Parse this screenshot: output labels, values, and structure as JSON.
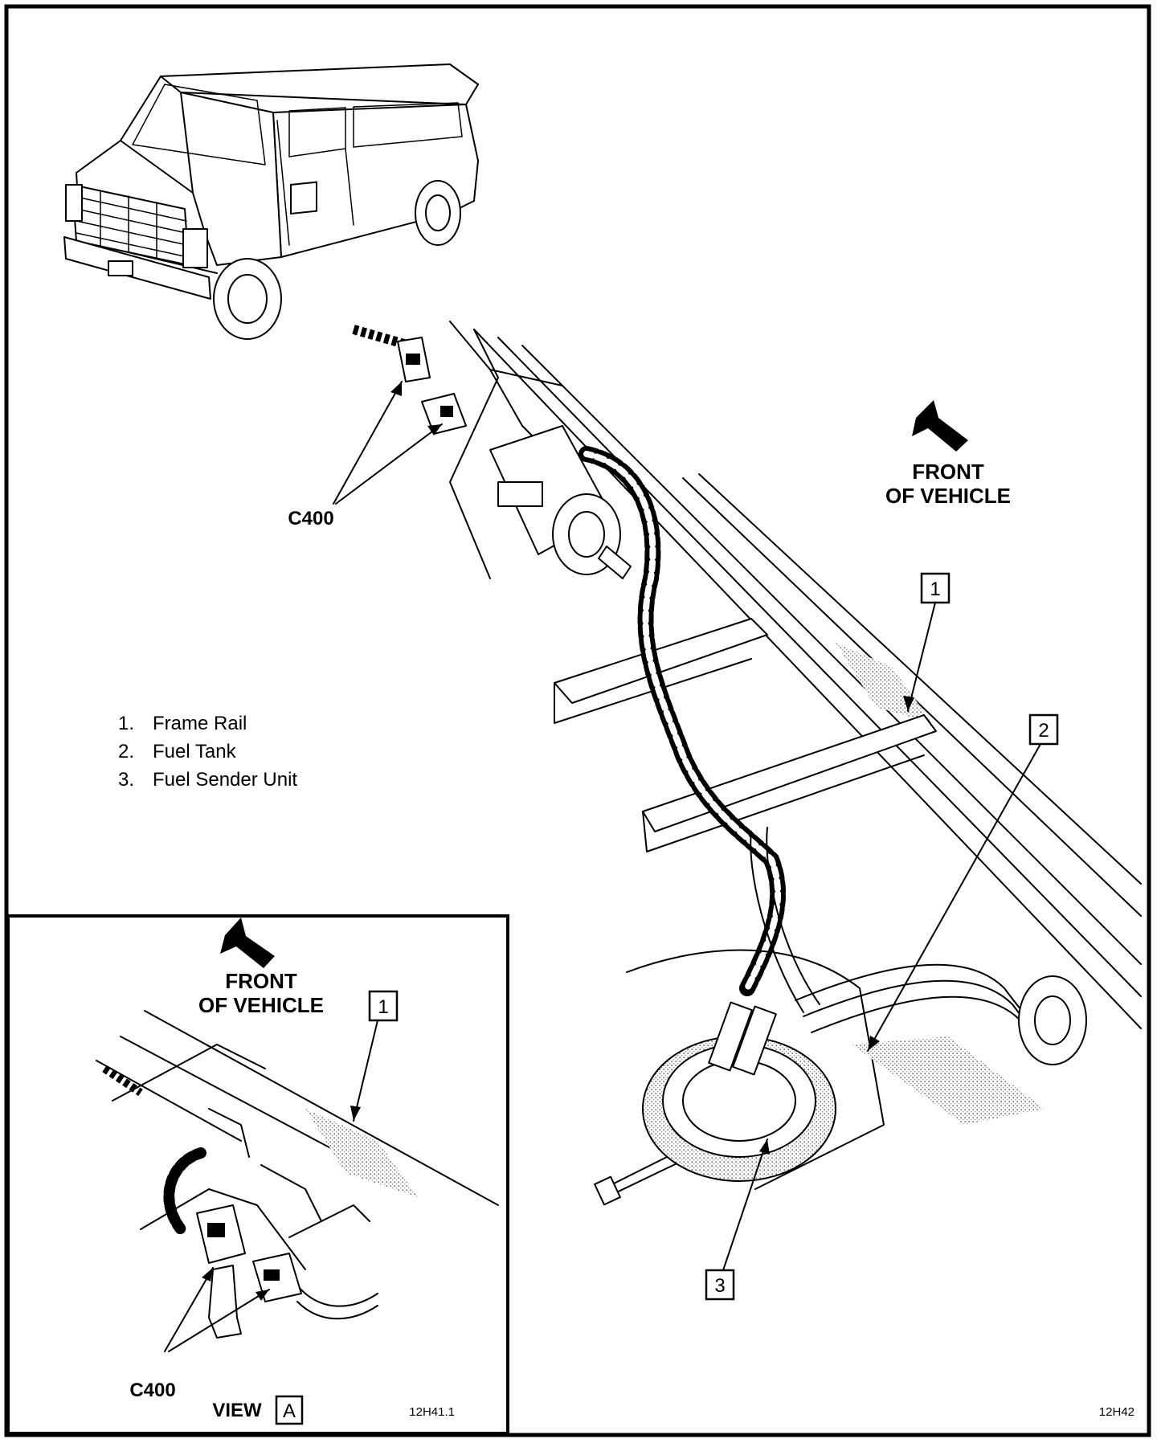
{
  "legend": {
    "items": [
      {
        "num": "1.",
        "label": "Frame Rail"
      },
      {
        "num": "2.",
        "label": "Fuel Tank"
      },
      {
        "num": "3.",
        "label": "Fuel Sender Unit"
      }
    ]
  },
  "main": {
    "front_line1": "FRONT",
    "front_line2": "OF VEHICLE",
    "connector_label": "C400",
    "callouts": [
      "1",
      "2",
      "3"
    ],
    "figure_code": "12H42"
  },
  "inset": {
    "front_line1": "FRONT",
    "front_line2": "OF VEHICLE",
    "connector_label": "C400",
    "callout": "1",
    "view_label": "VIEW",
    "view_letter": "A",
    "figure_code": "12H41.1"
  },
  "icons": [
    "van-illustration",
    "front-arrow-icon",
    "connector-icon"
  ]
}
